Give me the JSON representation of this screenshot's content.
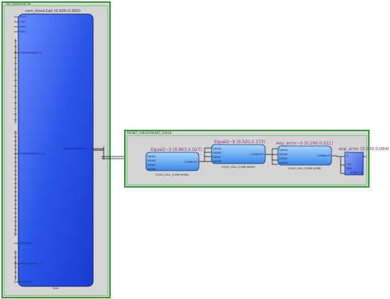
{
  "outer_frame": {
    "label": "ram_block1a0_RS"
  },
  "ram_block": {
    "title": "ram_block1a0 (0.000,0.000)",
    "type_label": "RAM",
    "ports_top": [
      "CLK0",
      "CLK1",
      "ENA0",
      "ENA1"
    ],
    "port_addr": "PORTAADDR[6..0]",
    "port_data": "PORTADATAIN[35..0]",
    "port_out": "PORTADATAOUT[35..0]",
    "port_we": "PORTAWE",
    "port_baddr": "PORTBADDR[6..0]",
    "port_bclk": "PORTBCLK"
  },
  "packet_frame": {
    "label": "PACKET_CHECK:PACKET_CHECK"
  },
  "cells": [
    {
      "title": "Equal2~5 (0.863,0.027)",
      "type": "LOGIC_CELL_COMB (6996)",
      "inputs": [
        "DATAA",
        "DATAB",
        "DATAC",
        "DATAD"
      ],
      "output": "COMBOUT"
    },
    {
      "title": "Equal2~9 (0.520,0.173)",
      "type": "LOGIC_CELL_COMB (8000)",
      "inputs": [
        "DATAA",
        "DATAB",
        "DATAC",
        "DATAD"
      ],
      "output": "COMBOUT"
    },
    {
      "title": "eop_error~0 (0.290,0.021)",
      "type": "LOGIC_CELL_COMB (0088)",
      "inputs": [
        "DATAA",
        "DATAB",
        "DATAC",
        "DATAD"
      ],
      "output": "COMBOUT"
    }
  ],
  "reg": {
    "title": "eop_error (0.000,0.094)",
    "ports": [
      "D",
      "CLK",
      "ENA",
      "ACLR"
    ]
  }
}
